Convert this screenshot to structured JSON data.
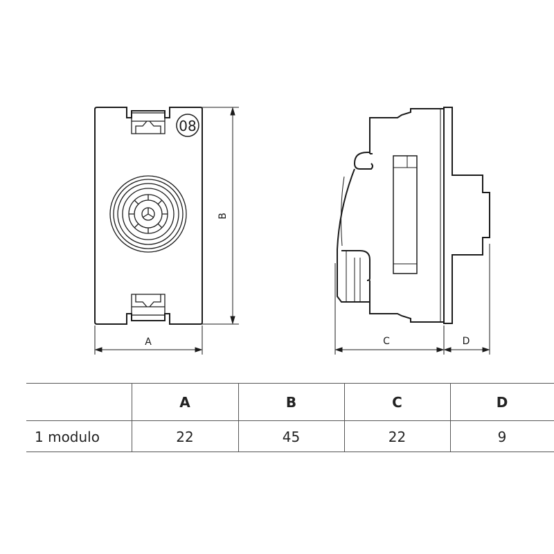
{
  "drawing": {
    "front_view": {
      "badge": "08",
      "dim_width_label": "A",
      "dim_height_label": "B"
    },
    "side_view": {
      "dim_depth_label": "C",
      "dim_protrusion_label": "D"
    }
  },
  "table": {
    "headers": [
      "",
      "A",
      "B",
      "C",
      "D"
    ],
    "rows": [
      {
        "label": "1 modulo",
        "values": [
          "22",
          "45",
          "22",
          "9"
        ]
      }
    ]
  },
  "colors": {
    "line": "#1a1a1a",
    "table_line": "#555555"
  }
}
